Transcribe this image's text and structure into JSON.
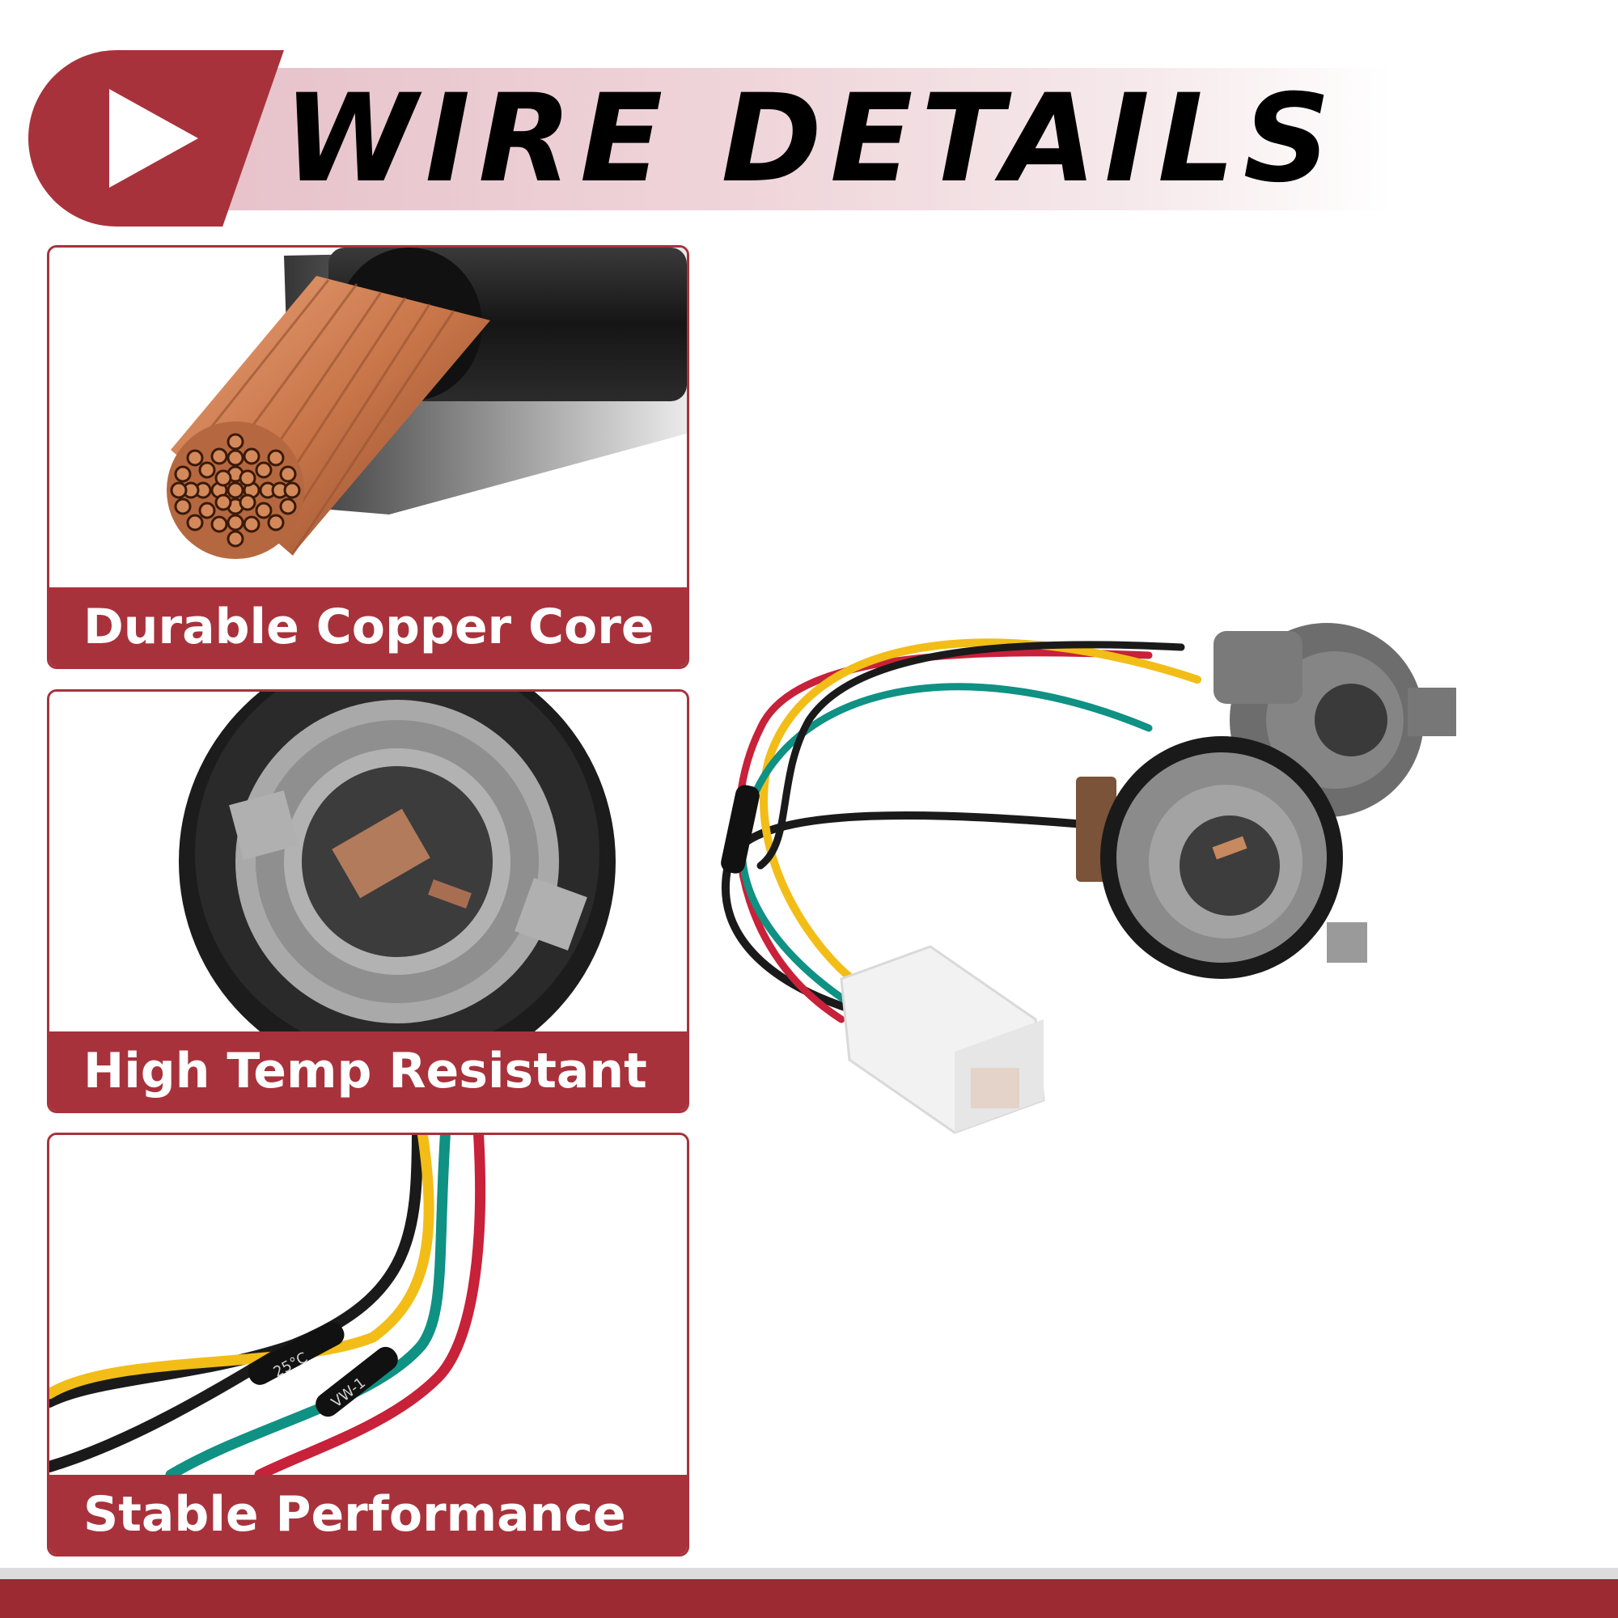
{
  "header": {
    "title": "WIRE DETAILS"
  },
  "features": [
    {
      "label": "Durable Copper Core"
    },
    {
      "label": "High Temp Resistant"
    },
    {
      "label": "Stable Performance"
    }
  ],
  "colors": {
    "accent": "#a8323b",
    "banner": "#efd5da",
    "wire_yellow": "#f2bd17",
    "wire_red": "#c8213a",
    "wire_teal": "#0f9184",
    "wire_black": "#1a1a1a"
  },
  "icons": [
    "play-icon"
  ],
  "product": {
    "sleeve_text_1": "25°C",
    "sleeve_text_2": "VW-1"
  }
}
